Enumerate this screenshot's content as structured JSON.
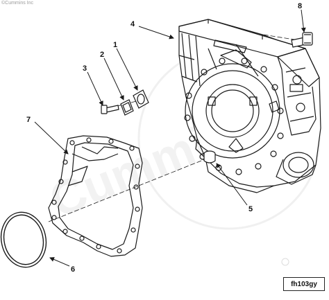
{
  "copyright": "©Cummins Inc",
  "figure_id": "fh103gy",
  "watermark_text": "Cummins",
  "callouts": [
    {
      "id": "1",
      "label": "1"
    },
    {
      "id": "2",
      "label": "2"
    },
    {
      "id": "3",
      "label": "3"
    },
    {
      "id": "4",
      "label": "4"
    },
    {
      "id": "5",
      "label": "5"
    },
    {
      "id": "6",
      "label": "6"
    },
    {
      "id": "7",
      "label": "7"
    },
    {
      "id": "8",
      "label": "8"
    }
  ],
  "colors": {
    "line": "#1a1a1a",
    "watermark": "#e6e6e6"
  }
}
